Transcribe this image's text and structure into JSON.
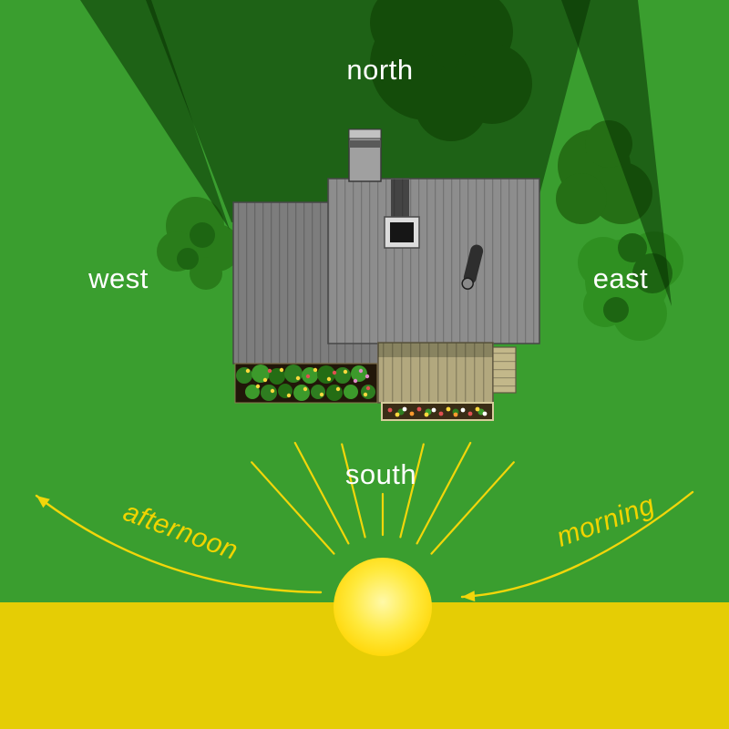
{
  "labels": {
    "north": "north",
    "west": "west",
    "east": "east",
    "south": "south",
    "afternoon": "afternoon",
    "morning": "morning"
  },
  "scene": {
    "sun_ray_count": 7
  },
  "colors": {
    "grass": "#3a9e2f",
    "shadow": "#052d00",
    "sunband": "#e5cd05",
    "sunCore": "#fff9a8",
    "sunEdge": "#ffd400",
    "ray": "#f2d60a",
    "labelWhite": "#ffffff",
    "labelYellow": "#f0d400",
    "roofDark": "#7d7d7d",
    "roofLight": "#8d8d8d",
    "treeShaded": "#256f15",
    "treeMid": "#2a7d1b",
    "treeBright": "#2f9021",
    "treeLobe": "#1d6512",
    "deckBase": "#b2a87e",
    "soil": "#211709"
  }
}
